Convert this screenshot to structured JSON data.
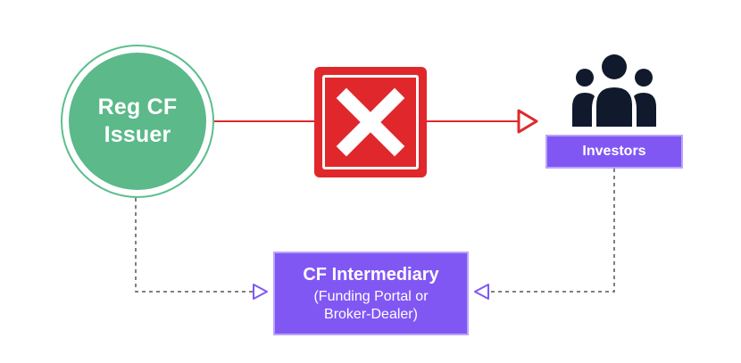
{
  "nodes": {
    "issuer": {
      "line1": "Reg CF",
      "line2": "Issuer",
      "color": "#5bb98a"
    },
    "blocked": {
      "icon": "x-mark-icon",
      "color": "#e0282c"
    },
    "investors": {
      "label": "Investors",
      "icon": "people-group-icon",
      "color": "#8157f4"
    },
    "intermediary": {
      "title": "CF Intermediary",
      "subtitle_line1": "(Funding Portal or",
      "subtitle_line2": "Broker-Dealer)",
      "color": "#8157f4"
    }
  },
  "edges": [
    {
      "from": "issuer",
      "to": "investors",
      "style": "solid",
      "color": "#e0282c",
      "blocked": true
    },
    {
      "from": "issuer",
      "to": "intermediary",
      "style": "dashed",
      "color": "#555555"
    },
    {
      "from": "investors",
      "to": "intermediary",
      "style": "dashed",
      "color": "#555555"
    }
  ]
}
